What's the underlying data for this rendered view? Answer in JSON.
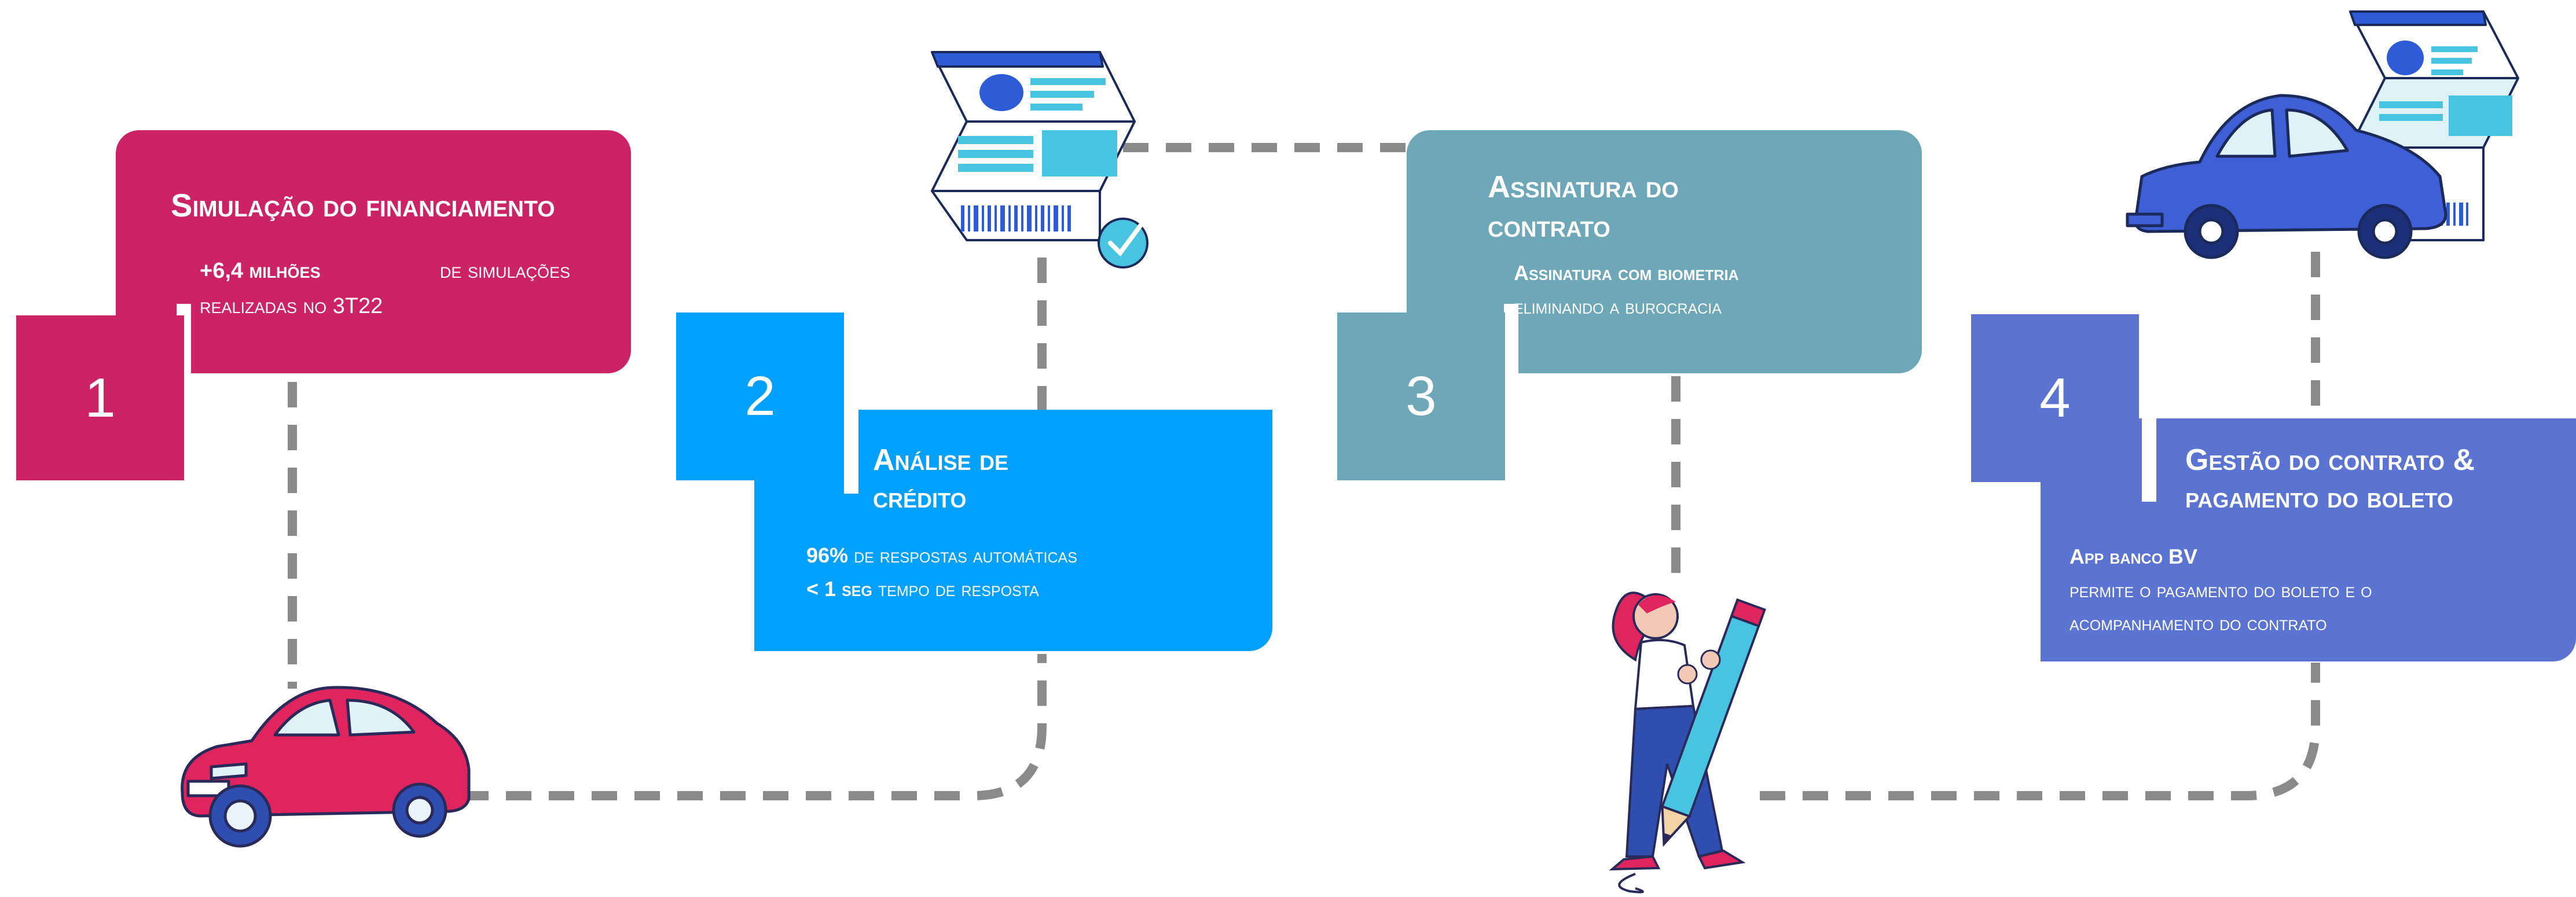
{
  "colors": {
    "step1": "#cc2266",
    "step2": "#00a0ff",
    "step3": "#6ea8b8",
    "step4": "#5b74d2",
    "path": "#8a8a8a",
    "doc_blue": "#2e5bd6",
    "doc_cyan": "#49c4e0",
    "car_pink": "#e0245e",
    "car_blue": "#3f5fd6"
  },
  "steps": [
    {
      "number": "1",
      "title": "Simulação do financiamento",
      "line1_strong": "+6,4 milhões",
      "line1_rest": " de simulações",
      "line2": "realizadas no 3T22"
    },
    {
      "number": "2",
      "title_line1": "Análise de",
      "title_line2": "crédito",
      "line1_strong": "96%",
      "line1_rest": " de respostas automáticas",
      "line2_strong": "< 1 seg",
      "line2_rest": " tempo de resposta"
    },
    {
      "number": "3",
      "title_line1": "Assinatura do",
      "title_line2": "contrato",
      "line1_strong": "Assinatura com biometria",
      "line2": "eliminando a burocracia"
    },
    {
      "number": "4",
      "title_line1": "Gestão do contrato &",
      "title_line2": "pagamento do boleto",
      "line1_strong": "App banco BV",
      "line2": "permite o pagamento do boleto e o",
      "line3": "acompanhamento do contrato"
    }
  ],
  "icons": {
    "car_pink": "car-icon",
    "document_check": "document-check-icon",
    "woman_pencil": "woman-with-pencil-icon",
    "car_blue_document": "car-with-document-icon"
  }
}
